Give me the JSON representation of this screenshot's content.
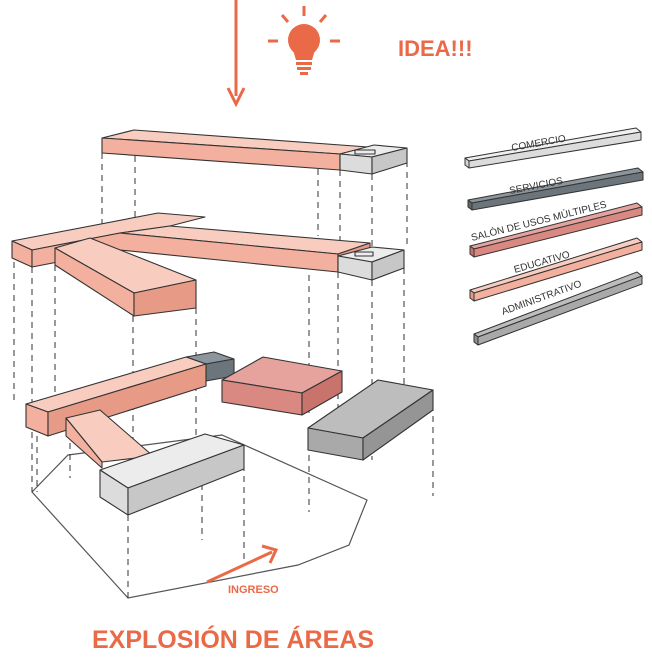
{
  "header": {
    "idea_label": "IDEA!!!",
    "idea_icon": "lightbulb-icon"
  },
  "legend": {
    "items": [
      {
        "label": "COMERCIO",
        "color": "#dcdcdc"
      },
      {
        "label": "SERVICIOS",
        "color": "#6b757b"
      },
      {
        "label": "SALÓN DE USOS MÚLTIPLES",
        "color": "#d98882"
      },
      {
        "label": "EDUCATIVO",
        "color": "#f3b09f"
      },
      {
        "label": "ADMINISTRATIVO",
        "color": "#a9a9a9"
      }
    ]
  },
  "site": {
    "entrance_label": "INGRESO"
  },
  "footer": {
    "title": "EXPLOSIÓN DE ÁREAS"
  },
  "colors": {
    "accent": "#ea6a47",
    "educativo": "#f3b09f",
    "salon": "#d98882",
    "comercio": "#dcdcdc",
    "servicios": "#6b757b",
    "administrativo": "#a9a9a9",
    "outline": "#333333"
  }
}
